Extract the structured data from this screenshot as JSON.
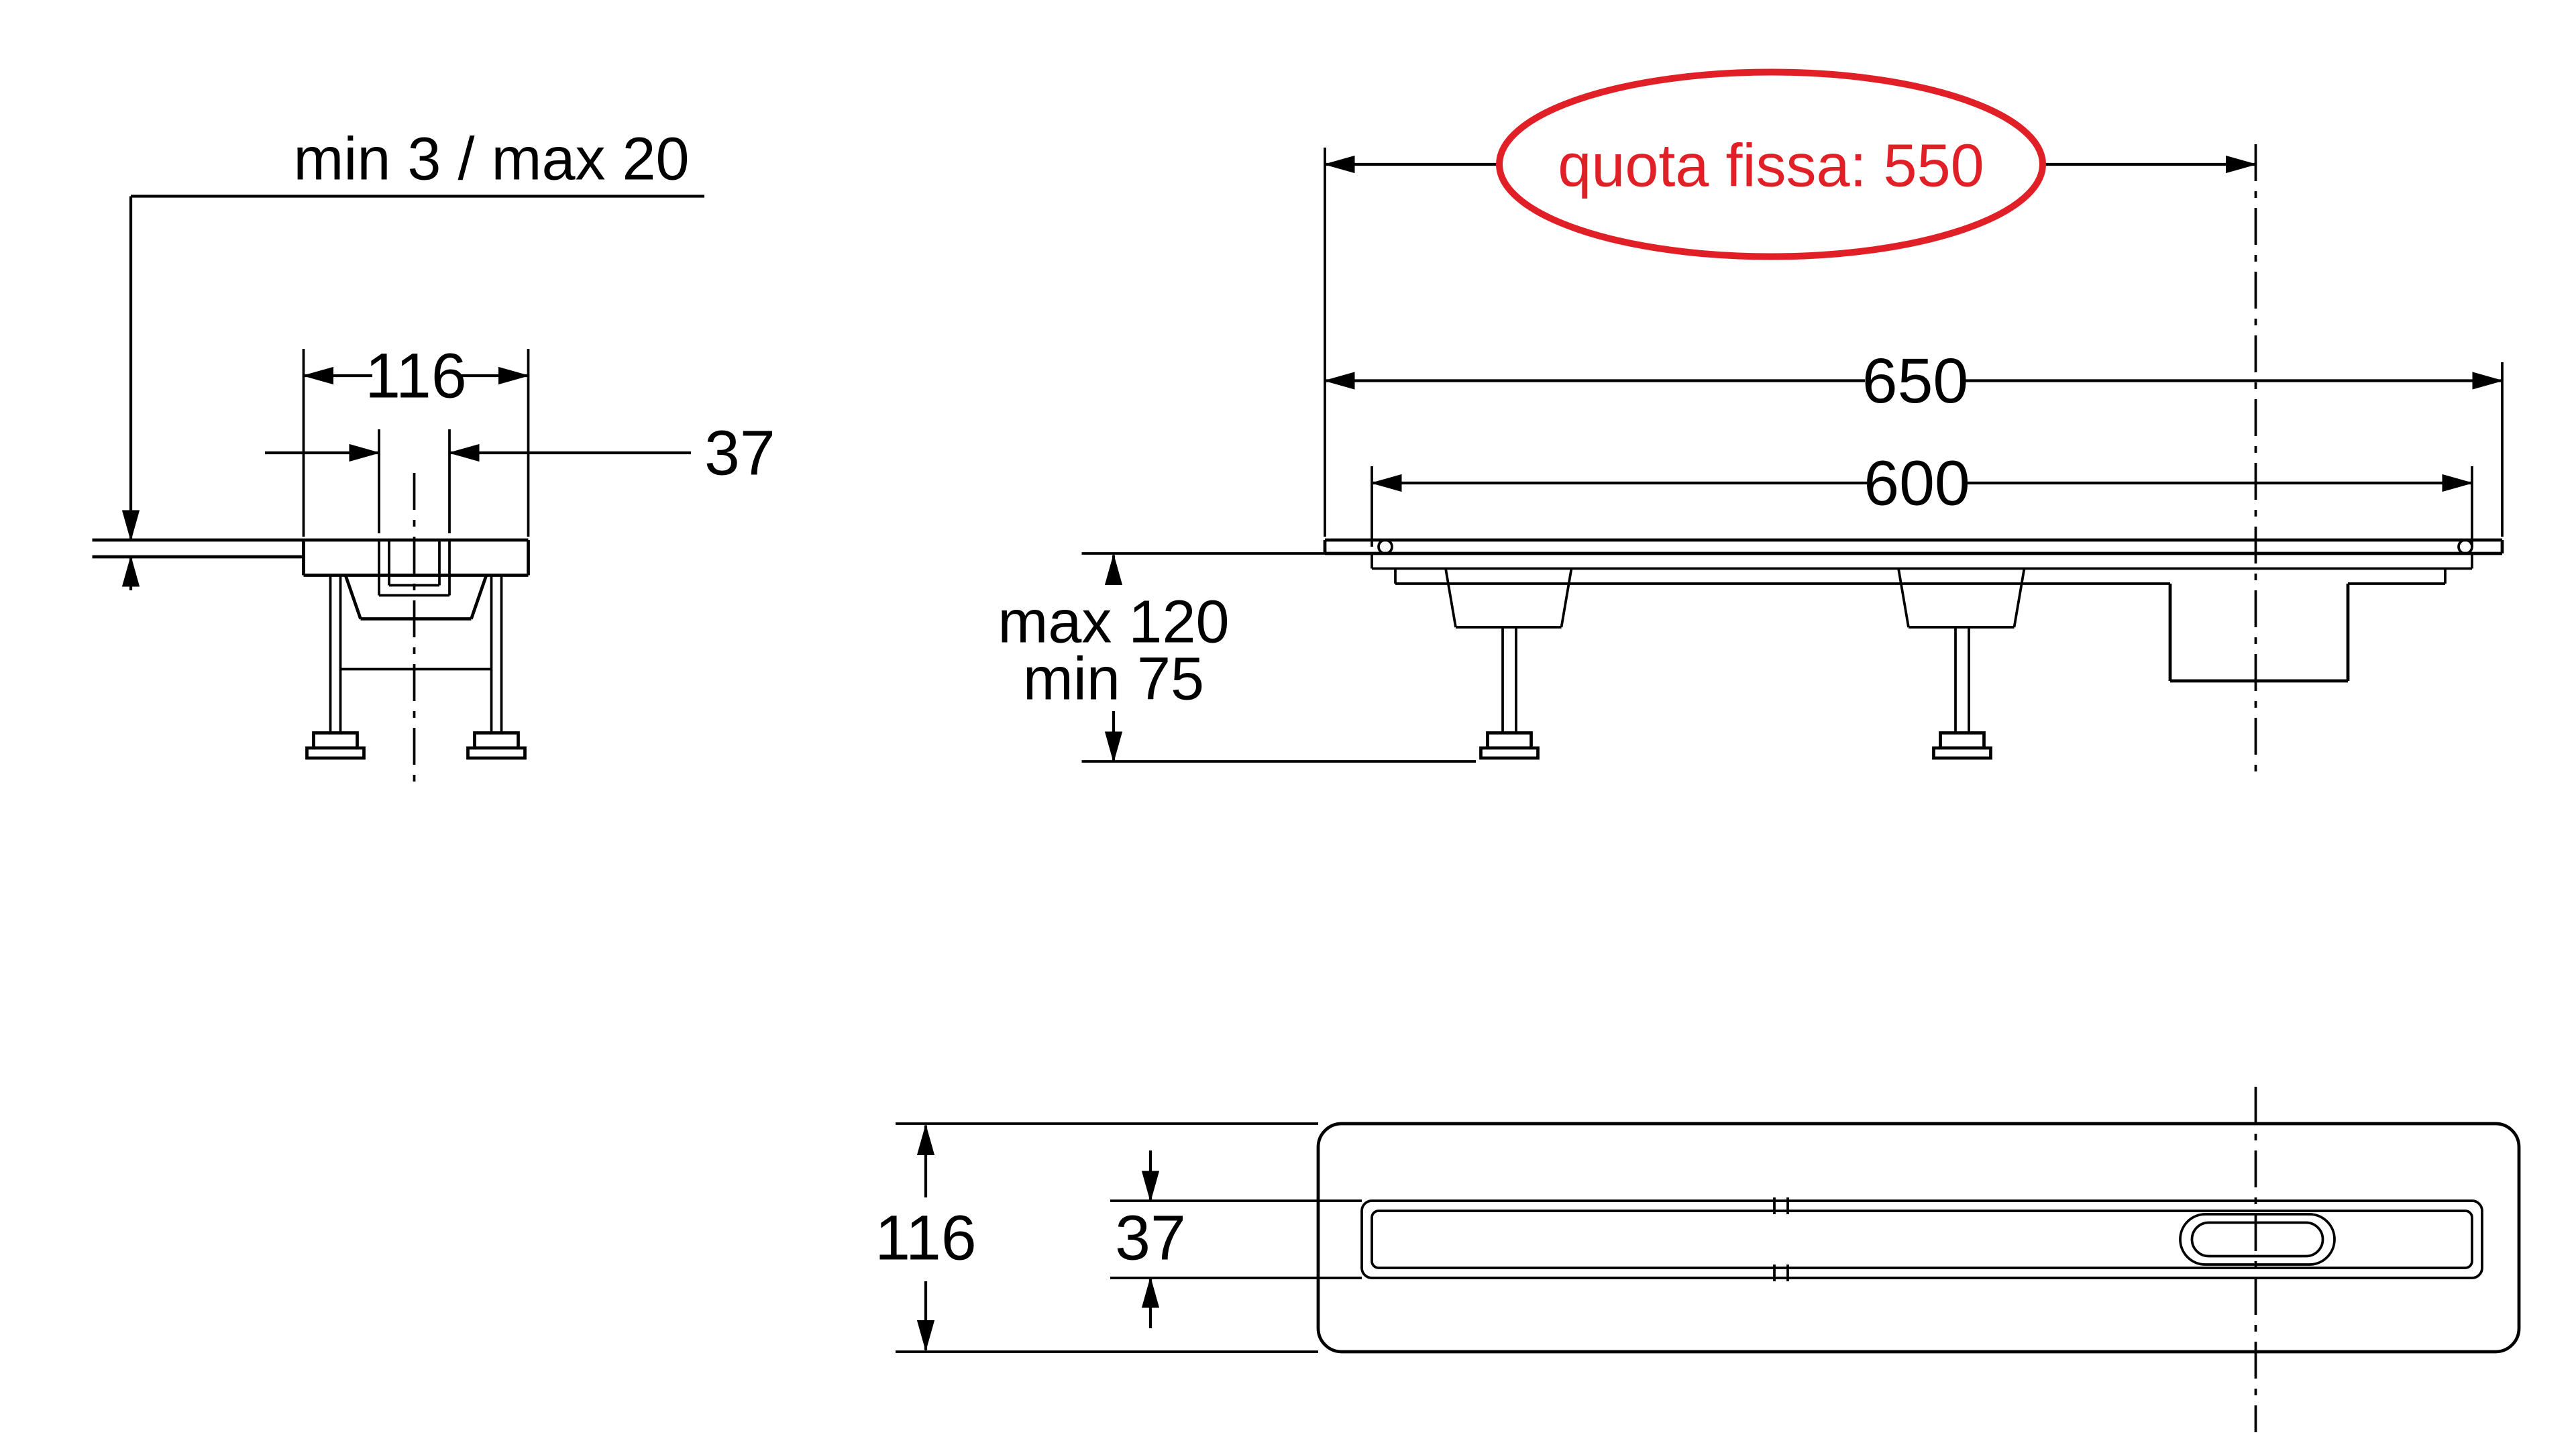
{
  "diagram": {
    "background": "#ffffff",
    "line_color": "#000000",
    "accent_color": "#e01f26",
    "cross_section_view": {
      "gap_dimension": "min 3 / max 20",
      "overall_width": "116",
      "channel_width": "37"
    },
    "side_view": {
      "fixed_dimension_callout": "quota fissa: 550",
      "overall_length": "650",
      "channel_length": "600",
      "height_max": "max 120",
      "height_min": "min 75"
    },
    "plan_view": {
      "overall_width": "116",
      "channel_width": "37"
    }
  }
}
